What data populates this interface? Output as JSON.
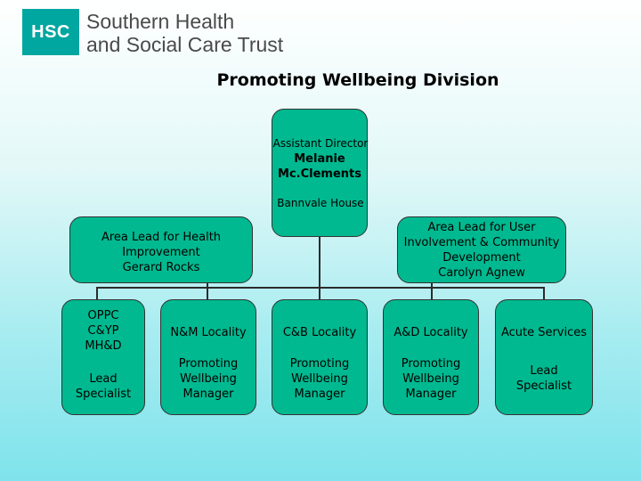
{
  "logo": {
    "badge": "HSC",
    "line1": "Southern Health",
    "line2": "and Social Care Trust"
  },
  "title": "Promoting Wellbeing Division",
  "director": {
    "role": "Assistant Director",
    "name": "Melanie\nMc.Clements",
    "location": "Bannvale House"
  },
  "leads": {
    "health": "Area Lead for Health\nImprovement\nGerard Rocks",
    "user": "Area Lead for User\nInvolvement & Community\nDevelopment\nCarolyn Agnew"
  },
  "columns": [
    {
      "locality": "OPPC\nC&YP\nMH&D",
      "role": "Lead\nSpecialist"
    },
    {
      "locality": "N&M Locality",
      "role": "Promoting\nWellbeing\nManager"
    },
    {
      "locality": "C&B Locality",
      "role": "Promoting\nWellbeing\nManager"
    },
    {
      "locality": "A&D Locality",
      "role": "Promoting\nWellbeing\nManager"
    },
    {
      "locality": "Acute Services",
      "role": "Lead\nSpecialist"
    }
  ],
  "colors": {
    "box_fill": "#00b990",
    "logo_teal": "#00a6a0",
    "background_bottom": "#7fe3ec"
  }
}
